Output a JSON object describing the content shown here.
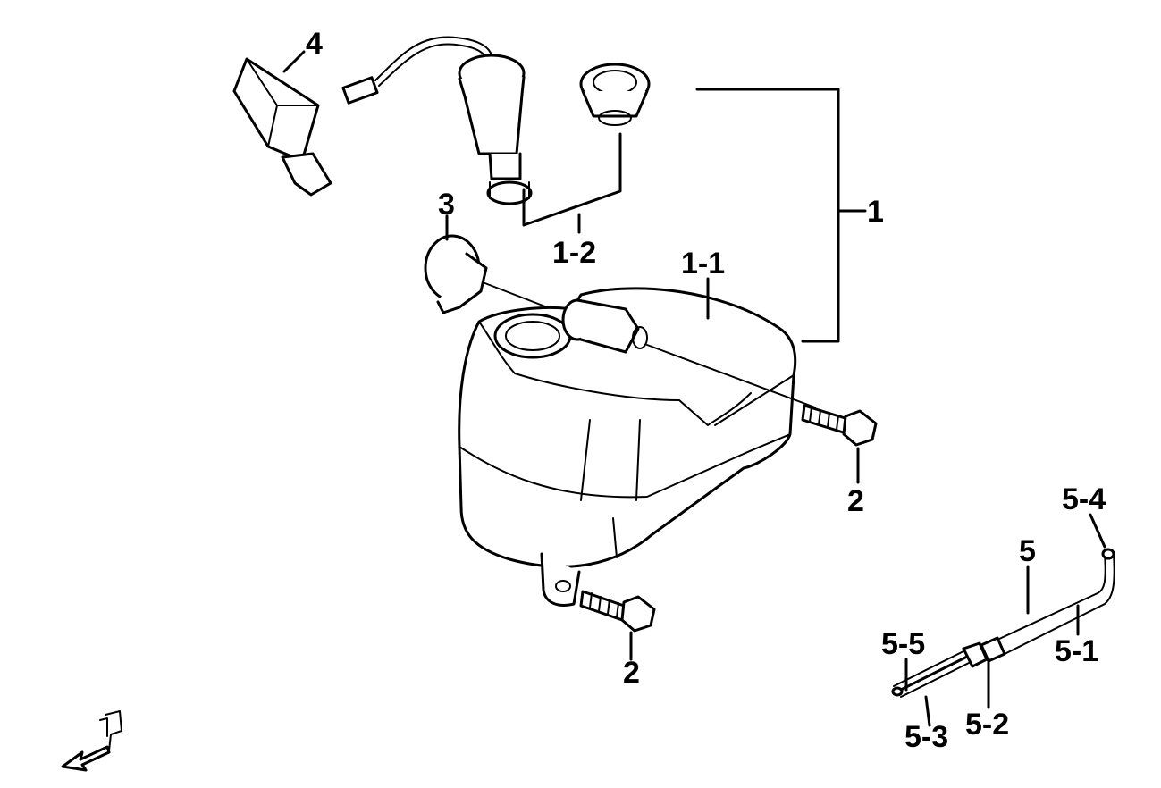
{
  "labels": {
    "p1": "1",
    "p1_1": "1-1",
    "p1_2": "1-2",
    "p2_upper": "2",
    "p2_lower": "2",
    "p3": "3",
    "p4": "4",
    "p5": "5",
    "p5_1": "5-1",
    "p5_2": "5-2",
    "p5_3": "5-3",
    "p5_4": "5-4",
    "p5_5": "5-5"
  },
  "icons": {
    "front_indicator": "front-arrow-icon"
  }
}
